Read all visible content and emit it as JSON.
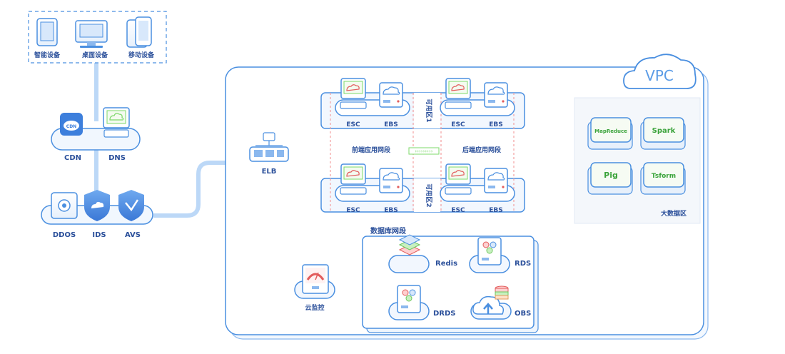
{
  "devices": {
    "smart": "智能设备",
    "desktop": "桌面设备",
    "mobile": "移动设备"
  },
  "edge": {
    "cdn": "CDN",
    "cdn_icon_text": "CDN",
    "dns": "DNS"
  },
  "security": {
    "ddos": "DDOS",
    "ids": "IDS",
    "avs": "AVS"
  },
  "elb": "ELB",
  "vpc": "VPC",
  "zones": {
    "az1": "可用区1",
    "az2": "可用区2"
  },
  "segments": {
    "frontend": "前端应用网段",
    "backend": "后端应用网段",
    "database": "数据库网段",
    "bigdata": "大数据区"
  },
  "servers": {
    "esc": "ESC",
    "ebs": "EBS"
  },
  "bigdata": {
    "mapreduce": "MapReduce",
    "spark": "Spark",
    "pig": "Pig",
    "tsform": "Tsform"
  },
  "db": {
    "redis": "Redis",
    "rds": "RDS",
    "drds": "DRDS",
    "obs": "OBS"
  },
  "monitor": "云监控",
  "colors": {
    "blue": "#4a8fe0",
    "light_blue": "#bcd8f7",
    "green": "#7dd86a",
    "pink": "#f2a0a0",
    "label": "#2a4f9a"
  }
}
